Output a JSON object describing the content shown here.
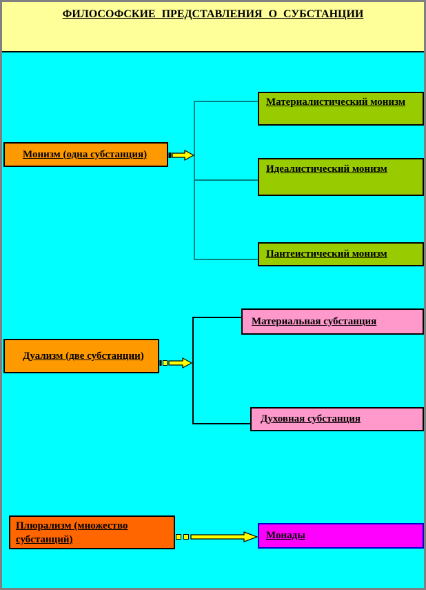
{
  "header": {
    "title": "ФИЛОСОФСКИЕ ПРЕДСТАВЛЕНИЯ О СУБСТАНЦИИ"
  },
  "nodes": {
    "monism": {
      "label": "Монизм (одна субстанция)"
    },
    "dualism": {
      "label": "Дуализм (две субстанции)"
    },
    "pluralism": {
      "label": "Плюрализм (множество субстанций)"
    },
    "materialist_monism": {
      "label": "Материалистический монизм"
    },
    "idealist_monism": {
      "label": "Идеалистический монизм"
    },
    "pantheist_monism": {
      "label": "Пантеистический монизм"
    },
    "material_substance": {
      "label": "Материальная субстанция"
    },
    "spiritual_substance": {
      "label": "Духовная субстанция"
    },
    "monads": {
      "label": "Монады"
    }
  },
  "relations": [
    {
      "from": "Монизм (одна субстанция)",
      "to": [
        "Материалистический монизм",
        "Идеалистический монизм",
        "Пантеистический монизм"
      ]
    },
    {
      "from": "Дуализм (две субстанции)",
      "to": [
        "Материальная субстанция",
        "Духовная субстанция"
      ]
    },
    {
      "from": "Плюрализм (множество субстанций)",
      "to": [
        "Монады"
      ]
    }
  ],
  "colors": {
    "outer_border": "#808080",
    "header_bg": "#FFFF99",
    "canvas_bg": "#00FFFF",
    "monism_dualism_box": "#FF9900",
    "pluralism_box": "#FF6600",
    "monism_target_boxes": "#99CC00",
    "dualism_target_boxes": "#FF99CC",
    "monads_box": "#FF00FF",
    "monads_border": "#0000CC",
    "arrow_fill": "#FFFF00",
    "monism_bracket": "#008080",
    "dualism_bracket": "#000000"
  }
}
